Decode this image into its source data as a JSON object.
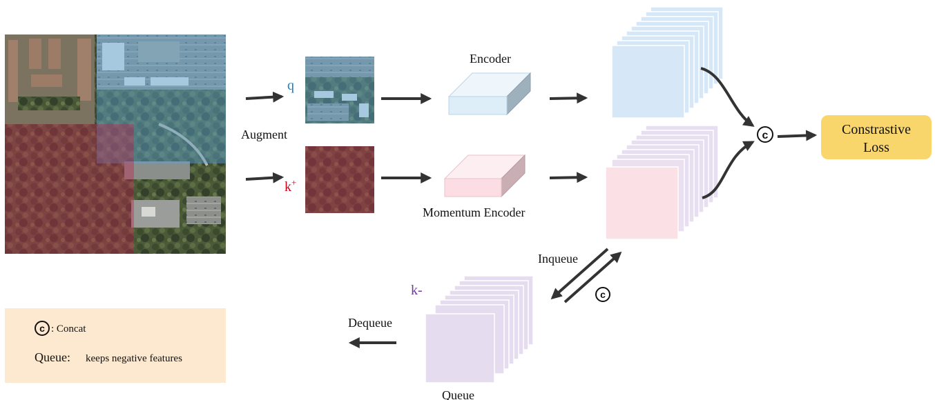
{
  "labels": {
    "augment": "Augment",
    "q": "q",
    "k_plus": "k",
    "k_plus_sup": "+",
    "encoder": "Encoder",
    "momentum_encoder": "Momentum  Encoder",
    "loss_line1": "Constrastive",
    "loss_line2": "Loss",
    "inqueue": "Inqueue",
    "dequeue": "Dequeue",
    "k_minus": "k-",
    "queue": "Queue",
    "concat_symbol": "©"
  },
  "legend": {
    "concat_symbol": "©",
    "concat_text": ": Concat",
    "queue_label": "Queue:",
    "queue_text": "keeps negative features"
  },
  "colors": {
    "query": "#1a7fc4",
    "key_positive": "#d0021b",
    "key_negative": "#6a3d9a",
    "encoder_fill": "#deeef8",
    "momentum_encoder_fill": "#fbdde3",
    "query_feature": "#d6e8f8",
    "key_feature": "#fbe0e6",
    "queue_feature": "#e6dcf0",
    "loss_box": "#f9d66c",
    "legend_box": "#fde9cf",
    "arrow": "#333333"
  }
}
